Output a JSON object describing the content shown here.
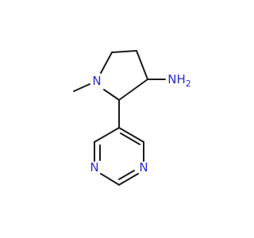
{
  "molecule": {
    "atoms": {
      "pyrrolidine_n": {
        "symbol": "N",
        "color": "#2b2bd0"
      },
      "amine": {
        "symbol": "NH",
        "subscript": "2",
        "color": "#2b2bd0"
      },
      "pyrimidine_n1": {
        "symbol": "N",
        "color": "#2b2bd0"
      },
      "pyrimidine_n2": {
        "symbol": "N",
        "color": "#2b2bd0"
      }
    },
    "bond_color": "#1a1a1a",
    "background": "#ffffff"
  }
}
